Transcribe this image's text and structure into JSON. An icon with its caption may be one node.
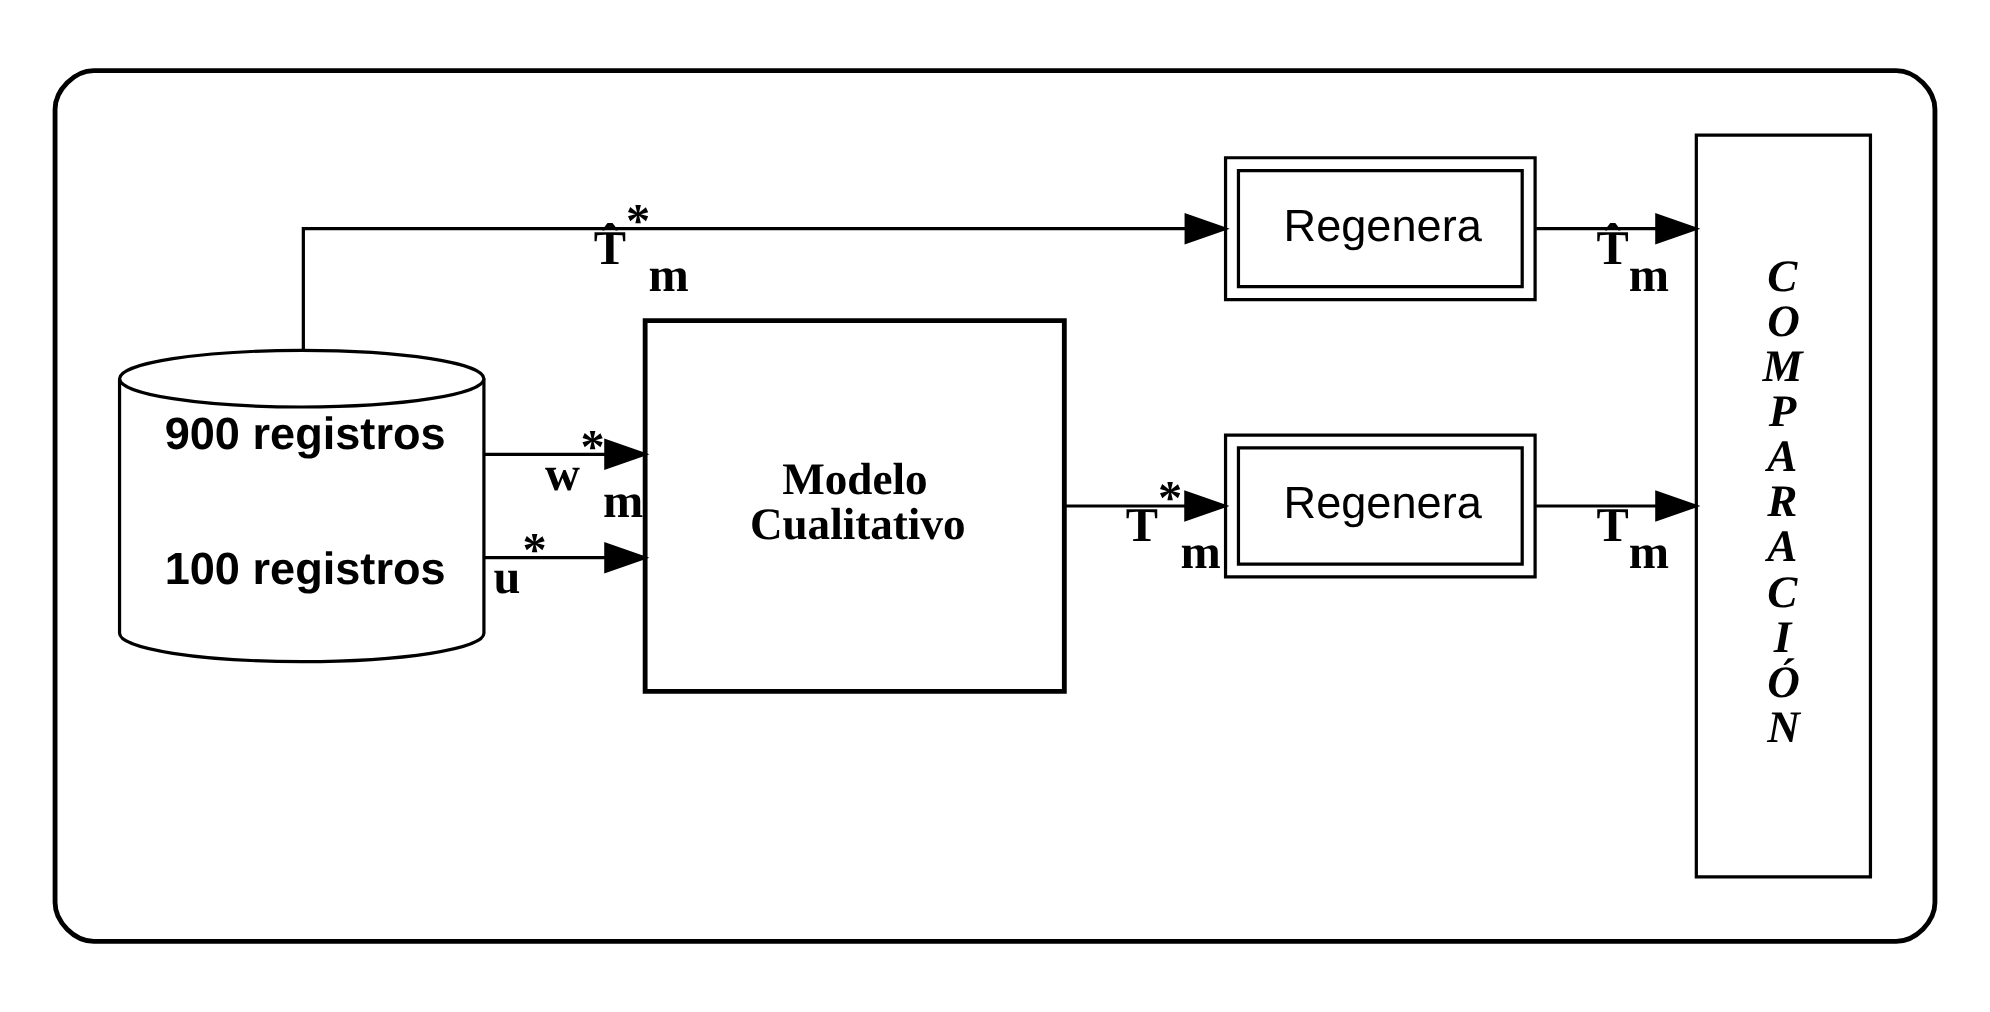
{
  "diagram": {
    "nodes": [
      {
        "text": [],
        "shape": "box"
      },
      {
        "text": [
          "900 registros",
          "100 registros"
        ],
        "in": 0
      },
      {
        "text": [
          "Modelo Cualitativo"
        ],
        "in": 0
      },
      {
        "text": [
          "Regenera"
        ],
        "in": 0
      },
      {
        "text": [
          "Regenera"
        ],
        "in": 0
      },
      {
        "text": [
          "COMPARACIÓN"
        ],
        "in": 0
      }
    ],
    "edges": [
      {
        "from": 1,
        "to": 2,
        "arrow": "to",
        "label": "u$^{*}$"
      },
      {
        "from": 1,
        "to": 2,
        "arrow": "to",
        "label": "w$^{*}$$_{m}$"
      },
      {
        "from": 2,
        "to": 3,
        "arrow": "to",
        "label": "T$^{*}$$_{m}$"
      },
      {
        "from": 3,
        "to": 5,
        "arrow": "to",
        "label": "T$_{m}$"
      },
      {
        "from": 1,
        "to": 4,
        "arrow": "to",
        "label": "T̂$^{*}$$_{m}$"
      },
      {
        "from": 4,
        "to": 5,
        "arrow": "to",
        "label": "T̂$_{m}$"
      }
    ]
  }
}
